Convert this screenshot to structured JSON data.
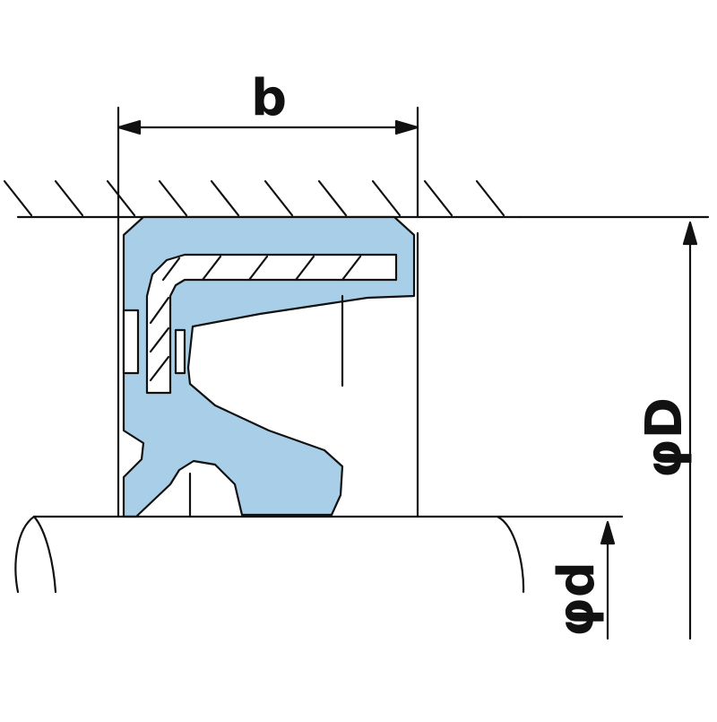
{
  "labels": {
    "width_label": "b",
    "outer_diameter_label": "φD",
    "shaft_diameter_label": "φd"
  },
  "colors": {
    "seal_fill": "#a9cfe8",
    "line": "#111111",
    "background": "#ffffff"
  }
}
